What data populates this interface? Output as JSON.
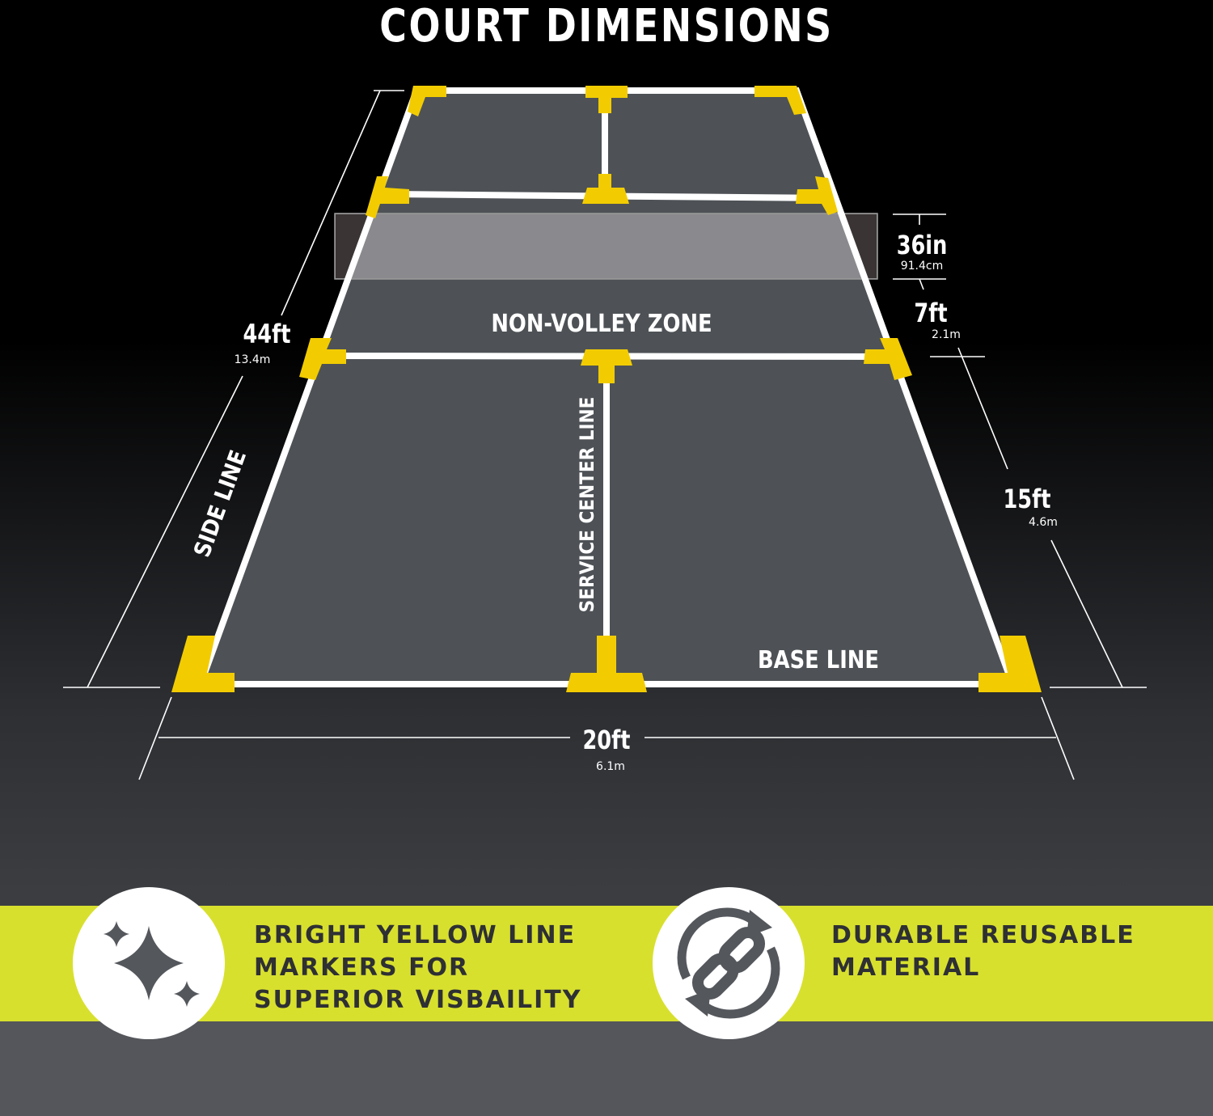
{
  "title": "COURT DIMENSIONS",
  "court": {
    "zone_label": "NON-VOLLEY ZONE",
    "service_center_label": "SERVICE CENTER LINE",
    "side_line_label": "SIDE LINE",
    "base_line_label": "BASE LINE"
  },
  "dimensions": {
    "length": {
      "ft": "44ft",
      "m": "13.4m"
    },
    "net_height": {
      "ft": "36in",
      "m": "91.4cm"
    },
    "non_volley": {
      "ft": "7ft",
      "m": "2.1m"
    },
    "service": {
      "ft": "15ft",
      "m": "4.6m"
    },
    "width": {
      "ft": "20ft",
      "m": "6.1m"
    }
  },
  "features": [
    {
      "icon": "sparkle-icon",
      "lines": [
        "BRIGHT YELLOW LINE",
        "MARKERS FOR",
        "SUPERIOR VISBAILITY"
      ]
    },
    {
      "icon": "chain-link-recycle-icon",
      "lines": [
        "DURABLE REUSABLE",
        "MATERIAL"
      ]
    }
  ],
  "colors": {
    "background": "#000000",
    "court_surface": "#4e5256",
    "court_lines": "#ffffff",
    "markers": "#f2cc00",
    "feature_band": "#d8e02e",
    "bottom_band": "#54565b",
    "icon_fill": "#54575c"
  }
}
